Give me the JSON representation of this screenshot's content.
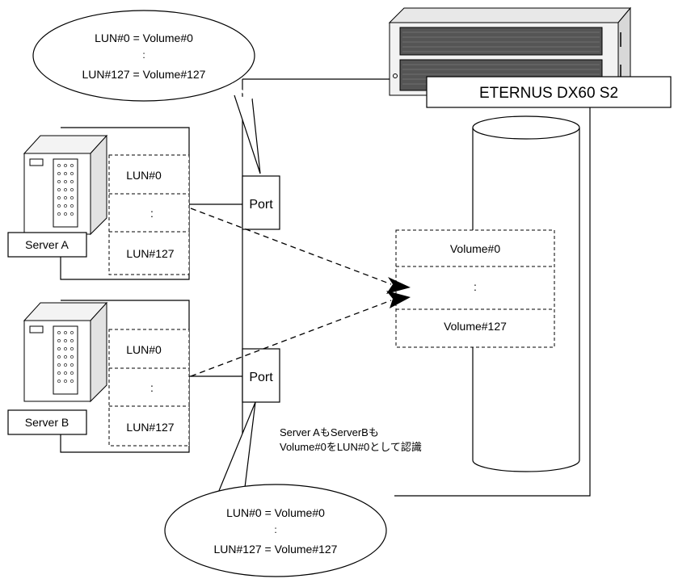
{
  "storage": {
    "name": "ETERNUS DX60 S2"
  },
  "bubble_top": {
    "line1": "LUN#0 = Volume#0",
    "line2": ":",
    "line3": "LUN#127 = Volume#127"
  },
  "bubble_bottom": {
    "line1": "LUN#0 = Volume#0",
    "line2": ":",
    "line3": "LUN#127 = Volume#127"
  },
  "server_a": {
    "label": "Server A",
    "lun_first": "LUN#0",
    "lun_mid": ":",
    "lun_last": "LUN#127",
    "port": "Port"
  },
  "server_b": {
    "label": "Server B",
    "lun_first": "LUN#0",
    "lun_mid": ":",
    "lun_last": "LUN#127",
    "port": "Port"
  },
  "volume": {
    "first": "Volume#0",
    "mid": ":",
    "last": "Volume#127"
  },
  "note": {
    "line1": "Server AもServerBも",
    "line2": "Volume#0をLUN#0として認識"
  }
}
